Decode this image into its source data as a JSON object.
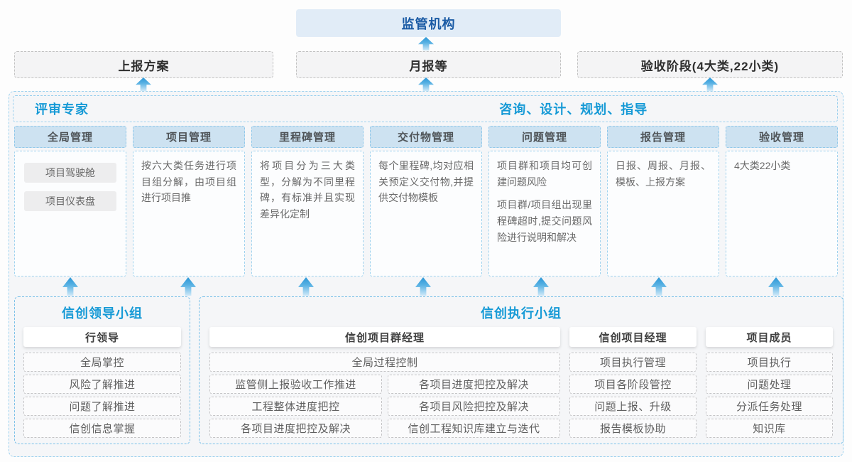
{
  "colors": {
    "accent_blue": "#169ad6",
    "dark_blue": "#1b5ba5",
    "header_fill": "#cde2f1",
    "panel_fill": "#f5f6f8",
    "arrow_blue": "#2b97d6"
  },
  "top": {
    "regulator": "监管机构"
  },
  "stage_row": [
    {
      "label": "上报方案"
    },
    {
      "label": "月报等"
    },
    {
      "label": "验收阶段(4大类,22小类)"
    }
  ],
  "expert_header": {
    "left": "评审专家",
    "right": "咨询、设计、规划、指导"
  },
  "columns": [
    {
      "title": "全局管理",
      "pills": [
        "项目驾驶舱",
        "项目仪表盘"
      ]
    },
    {
      "title": "项目管理",
      "text": "按六大类任务进行项目组分解，由项目组进行项目推"
    },
    {
      "title": "里程碑管理",
      "text": "将项目分为三大类型，分解为不同里程碑，有标准并且实现差异化定制"
    },
    {
      "title": "交付物管理",
      "text": "每个里程碑,均对应相关预定义交付物,并提供交付物模板"
    },
    {
      "title": "问题管理",
      "text1": "项目群和项目均可创建问题风险",
      "text2": "项目群/项目组出现里程碑超时,提交问题风险进行说明和解决"
    },
    {
      "title": "报告管理",
      "text": "日报、周报、月报、模板、上报方案"
    },
    {
      "title": "验收管理",
      "text": "4大类22小类"
    }
  ],
  "leader_group": {
    "title": "信创领导小组",
    "role": "行领导",
    "items": [
      "全局掌控",
      "风险了解推进",
      "问题了解推进",
      "信创信息掌握"
    ]
  },
  "exec_group": {
    "title": "信创执行小组",
    "pm_group": {
      "role": "信创项目群经理",
      "full_item": "全局过程控制",
      "left_items": [
        "监管侧上报验收工作推进",
        "工程整体进度把控",
        "各项目进度把控及解决"
      ],
      "right_items": [
        "各项目进度把控及解决",
        "各项目风险把控及解决",
        "信创工程知识库建立与迭代"
      ]
    },
    "pm": {
      "role": "信创项目经理",
      "items": [
        "项目执行管理",
        "项目各阶段管控",
        "问题上报、升级",
        "报告模板协助"
      ]
    },
    "member": {
      "role": "项目成员",
      "items": [
        "项目执行",
        "问题处理",
        "分派任务处理",
        "知识库"
      ]
    }
  }
}
